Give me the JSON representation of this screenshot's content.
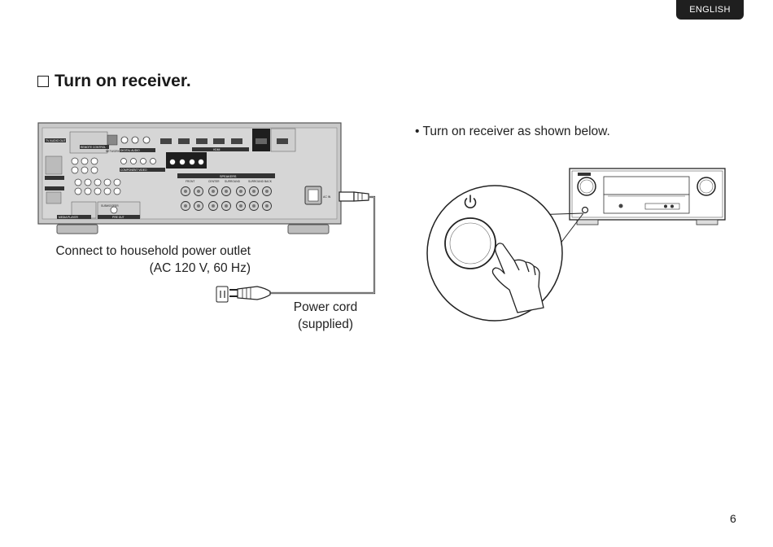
{
  "header": {
    "language_tab": "ENGLISH"
  },
  "heading": {
    "title": "Turn on receiver."
  },
  "instruction": {
    "bullet": "• Turn on receiver as shown below."
  },
  "rear_panel": {
    "labels": {
      "tv_audio_out": "TV AUDIO OUT",
      "remote_control": "REMOTE CONTROL",
      "network": "NETWORK",
      "digital_audio": "DIGITAL AUDIO",
      "hdmi": "HDMI",
      "component_video": "COMPONENT VIDEO",
      "speakers": "SPEAKERS",
      "front": "FRONT",
      "center": "CENTER",
      "surround": "SURROUND",
      "surround_back": "SURROUND BACK",
      "subwoofer": "SUBWOOFER",
      "pre_out": "PRE OUT",
      "media_player": "MEDIA PLAYER",
      "ac_in": "AC IN"
    }
  },
  "callouts": {
    "outlet_line1": "Connect to household power outlet",
    "outlet_line2": "(AC 120 V, 60 Hz)",
    "cord_line1": "Power cord",
    "cord_line2": "(supplied)"
  },
  "footer": {
    "page_number": "6"
  },
  "icons": [
    "power-symbol-icon",
    "pointing-hand-icon",
    "power-plug-icon",
    "checkbox-bullet-icon"
  ]
}
